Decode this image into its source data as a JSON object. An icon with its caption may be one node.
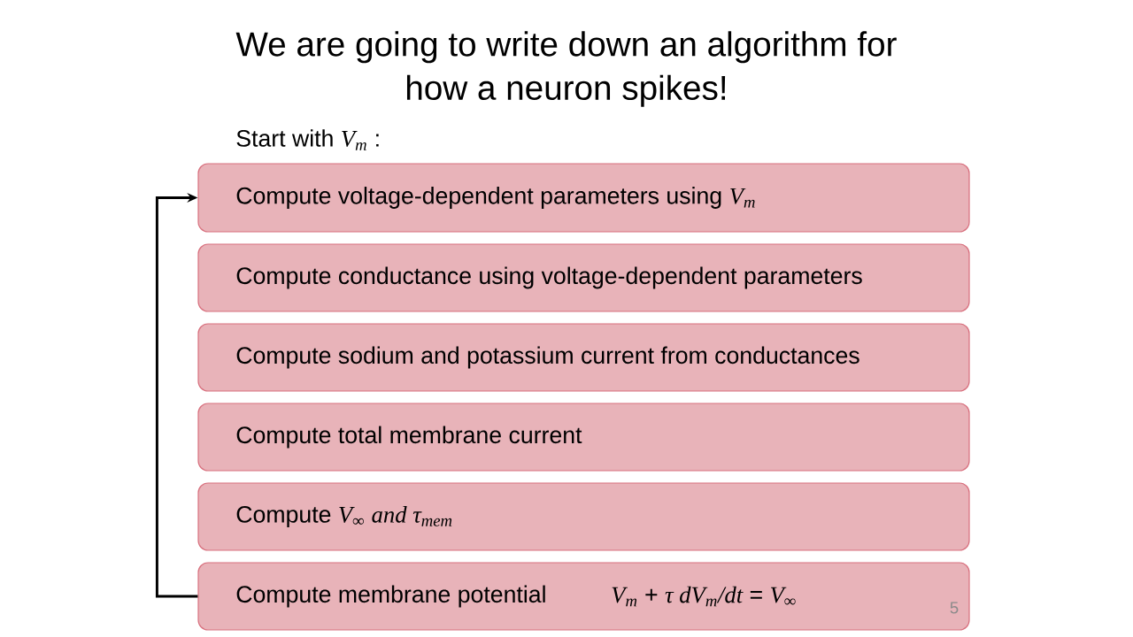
{
  "diagram": {
    "title": "We are going to write down an algorithm for how a neuron spikes!",
    "nodes": [
      {
        "text": [
          "Compute voltage-dependent parameters using *V*$_{m}$"
        ]
      },
      {
        "text": [
          "Compute conductance using voltage-dependent parameters"
        ]
      },
      {
        "text": [
          "Compute sodium and potassium current from conductances"
        ]
      },
      {
        "text": [
          "Compute total membrane current"
        ]
      },
      {
        "text": [
          "Compute *V*$_{∞}$ *and τ*$_{mem}$"
        ]
      },
      {
        "text": [
          "Compute membrane potential",
          "*V*$_{m}$ + *τ dV*$_{m}$*/dt* = *V*$_{∞}$"
        ]
      }
    ],
    "edges": [
      {
        "from": 5,
        "to": 0,
        "arrow": "to"
      }
    ],
    "labels": [
      "Start with *V*$_{m}$ :",
      "5"
    ]
  }
}
